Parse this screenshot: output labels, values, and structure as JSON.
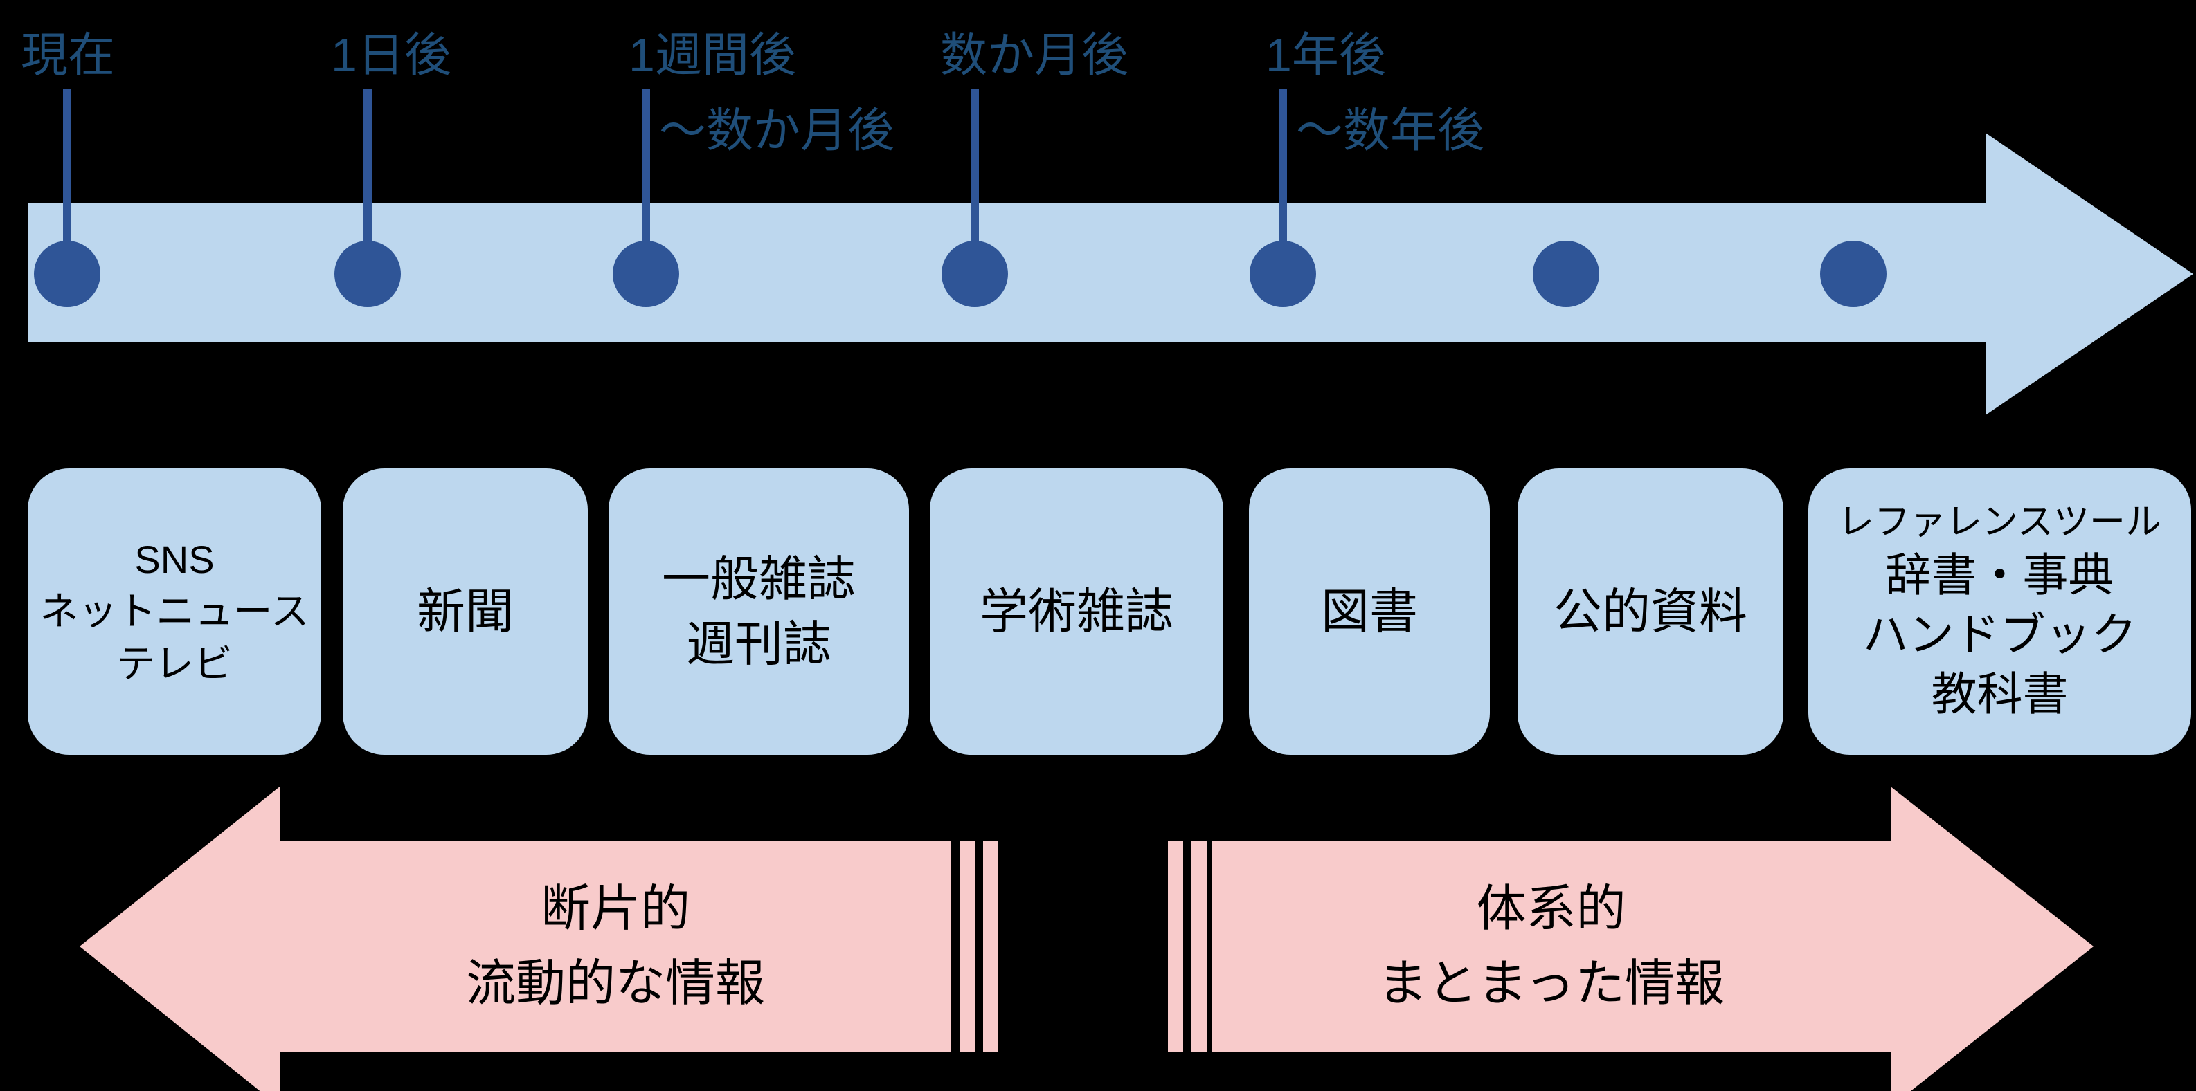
{
  "colors": {
    "background": "#000000",
    "timeline_fill": "#BDD7EE",
    "dot_fill": "#2F5597",
    "timeline_label_text": "#1F4E79",
    "box_fill": "#BDD7EE",
    "box_text": "#000000",
    "bottom_arrow_fill": "#F8CBCB",
    "bottom_arrow_text": "#000000"
  },
  "timeline": {
    "labels": [
      {
        "line1": "現在",
        "line2": ""
      },
      {
        "line1": "1日後",
        "line2": ""
      },
      {
        "line1": "1週間後",
        "line2": "〜数か月後"
      },
      {
        "line1": "数か月後",
        "line2": ""
      },
      {
        "line1": "1年後",
        "line2": "〜数年後"
      }
    ],
    "dot_count": 7
  },
  "sources": [
    {
      "label": "SNS\nネットニュース\nテレビ"
    },
    {
      "label": "新聞"
    },
    {
      "label": "一般雑誌\n週刊誌"
    },
    {
      "label": "学術雑誌"
    },
    {
      "label": "図書"
    },
    {
      "label": "公的資料"
    },
    {
      "label_small": "レファレンスツール",
      "label": "辞書・事典\nハンドブック\n教科書"
    }
  ],
  "bottom": {
    "left_arrow_label": "断片的\n流動的な情報",
    "right_arrow_label": "体系的\nまとまった情報"
  }
}
